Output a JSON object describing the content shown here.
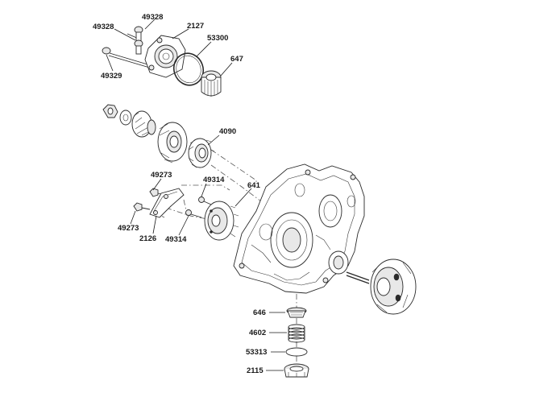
{
  "labels": {
    "l49328a": "49328",
    "l49328b": "49328",
    "l2127": "2127",
    "l53300": "53300",
    "l647": "647",
    "l49329": "49329",
    "l4090": "4090",
    "l49273a": "49273",
    "l49314a": "49314",
    "l641": "641",
    "l49273b": "49273",
    "l2126": "2126",
    "l49314b": "49314",
    "l646": "646",
    "l4602": "4602",
    "l53313": "53313",
    "l2115": "2115"
  }
}
